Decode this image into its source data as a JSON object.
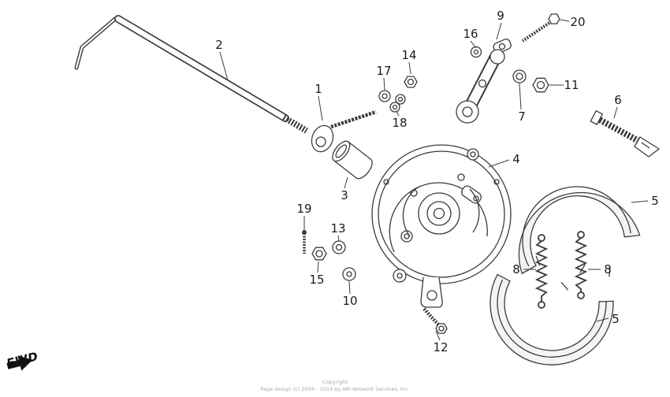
{
  "diagram": {
    "title": "Rear brake panel exploded parts diagram",
    "fwd_label": "FWD",
    "footer": {
      "line1": "Copyright",
      "line2": "Page design (c) 2004 - 2014 by ARI Network Services, Inc."
    },
    "callouts": [
      {
        "number": "2"
      },
      {
        "number": "1"
      },
      {
        "number": "17"
      },
      {
        "number": "14"
      },
      {
        "number": "18"
      },
      {
        "number": "16"
      },
      {
        "number": "9"
      },
      {
        "number": "20"
      },
      {
        "number": "7"
      },
      {
        "number": "11"
      },
      {
        "number": "6"
      },
      {
        "number": "4"
      },
      {
        "number": "3"
      },
      {
        "number": "19"
      },
      {
        "number": "13"
      },
      {
        "number": "15"
      },
      {
        "number": "10"
      },
      {
        "number": "12"
      },
      {
        "number": "5"
      },
      {
        "number": "8"
      },
      {
        "number": "8"
      },
      {
        "number": "5"
      }
    ]
  }
}
